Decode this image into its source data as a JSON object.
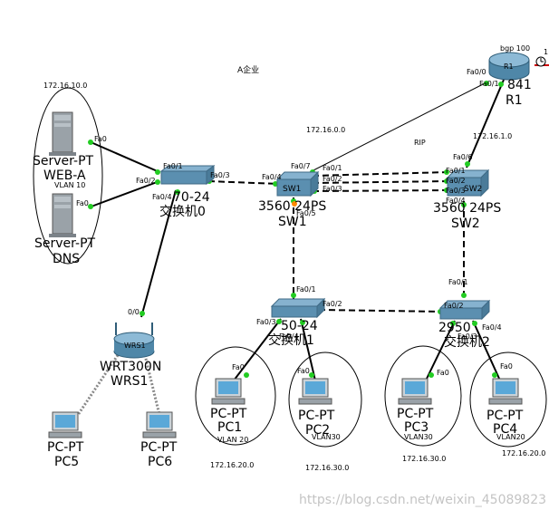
{
  "labels": {
    "enterprise": "A企业",
    "net_server": "172.16.10.0",
    "net_core": "172.16.0.0",
    "rip": "RIP",
    "net_r1": "172.16.1.0",
    "net_pc1": "172.16.20.0",
    "net_pc2": "172.16.30.0",
    "net_pc3": "172.16.30.0",
    "net_pc4": "172.16.20.0",
    "bgp": "bgp 100",
    "watermark": "https://blog.csdn.net/weixin_45089823"
  },
  "devices": {
    "web": {
      "type": "Server-PT",
      "name": "WEB-A",
      "vlan": "VLAN 10",
      "port": "Fa0"
    },
    "dns": {
      "type": "Server-PT",
      "name": "DNS",
      "port": "Fa0"
    },
    "sw0": {
      "type": "2960-24",
      "type_visible": "70-24",
      "name": "交换机0",
      "icon_label": ""
    },
    "sw1": {
      "type": "3560-24PS",
      "type_visible": "3560 24PS",
      "name": "SW1",
      "icon_label": "SW1"
    },
    "sw2": {
      "type": "3560-24PS",
      "type_visible": "3560 24PS",
      "name": "SW2",
      "icon_label": "SW2"
    },
    "r1": {
      "type": "1841",
      "type_visible": "841",
      "name": "R1",
      "icon_label": "R1"
    },
    "sw_l": {
      "type": "2950-24",
      "type_visible": "50-24",
      "name": "交换机1"
    },
    "sw_r": {
      "type": "2950",
      "type_visible": "2950",
      "name": "交换机2"
    },
    "wrs": {
      "type": "WRT300N",
      "name": "WRS1",
      "icon_label": "WRS1",
      "port": "0/0"
    },
    "pc5": {
      "type": "PC-PT",
      "name": "PC5"
    },
    "pc6": {
      "type": "PC-PT",
      "name": "PC6"
    },
    "pc1": {
      "type": "PC-PT",
      "name": "PC1",
      "vlan": "VLAN 20",
      "port": "Fa0"
    },
    "pc2": {
      "type": "PC-PT",
      "name": "PC2",
      "vlan": "VLAN30",
      "port": "Fa0"
    },
    "pc3": {
      "type": "PC-PT",
      "name": "PC3",
      "vlan": "VLAN30",
      "port": "Fa0"
    },
    "pc4": {
      "type": "PC-PT",
      "name": "PC4",
      "vlan": "VLAN20",
      "port": "Fa0"
    }
  },
  "ports": {
    "sw0_fa01": "Fa0/1",
    "sw0_fa02": "Fa0/2",
    "sw0_fa04": "Fa0/4",
    "sw0_fa03": "Fa0/3",
    "sw1_fa04": "Fa0/4",
    "sw1_fa07": "Fa0/7",
    "sw1_fa01": "Fa0/1",
    "sw1_fa02": "Fa0/2",
    "sw1_fa03": "Fa0/3",
    "sw1_fa05": "Fa0/5",
    "sw2_fa06": "Fa0/6",
    "sw2_fa01": "Fa0/1",
    "sw2_fa02": "Fa0/2",
    "sw2_fa03": "Fa0/3",
    "sw2_fa04": "Fa0/4",
    "r1_fa00": "Fa0/0",
    "r1_fa01": "Fa0/1",
    "r1_right": "1",
    "swl_fa01": "Fa0/1",
    "swl_fa02": "Fa0/2",
    "swl_fa03": "Fa0/3",
    "swl_fa04": "Fa0/4",
    "swr_fa01": "Fa0/1",
    "swr_fa02": "Fa0/2",
    "swr_fa03": "Fa0/3",
    "swr_fa04": "Fa0/4"
  },
  "colors": {
    "link": "#000000",
    "port_dot": "#22cc22",
    "switch": "#5b8fb0",
    "router": "#4f87a8",
    "watermark": "#c4c4c4"
  }
}
